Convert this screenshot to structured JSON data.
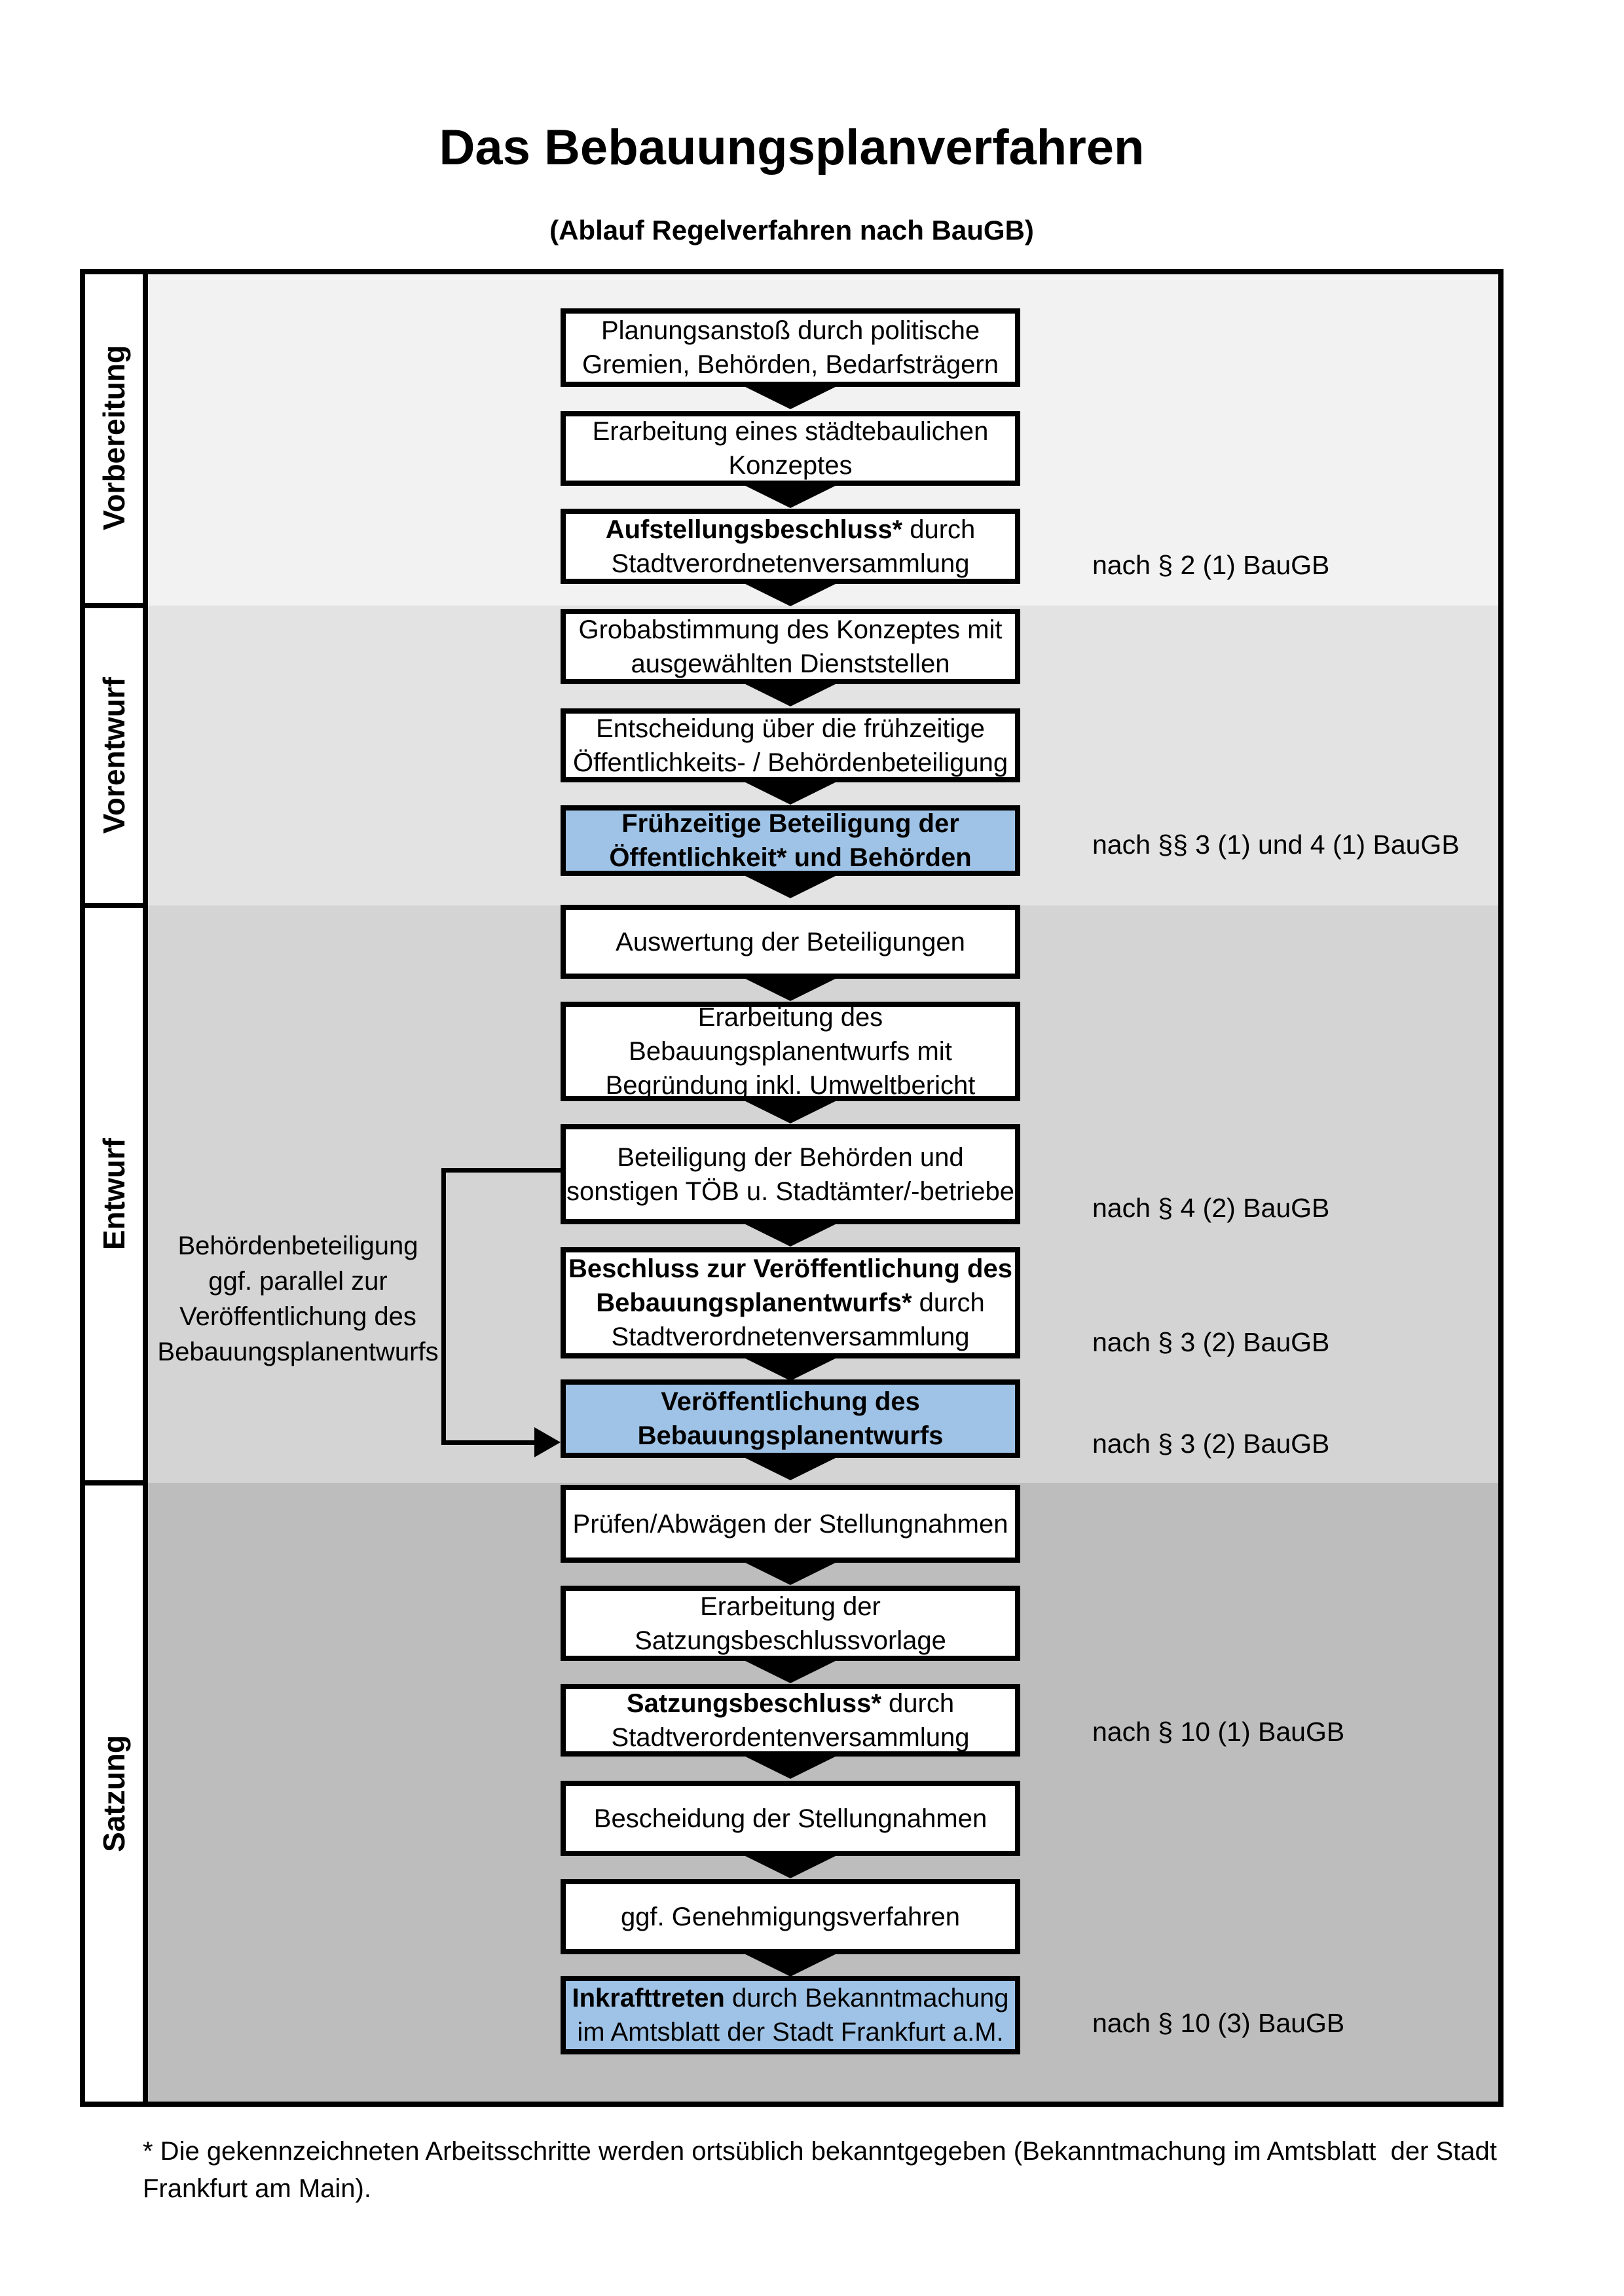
{
  "title": "Das Bebauungsplanverfahren",
  "subtitle": "(Ablauf Regelverfahren nach BauGB)",
  "phases": [
    {
      "label": "Vorbereitung"
    },
    {
      "label": "Vorentwurf"
    },
    {
      "label": "Entwurf"
    },
    {
      "label": "Satzung"
    }
  ],
  "steps": [
    {
      "bold": "",
      "rest": "Planungsanstoß durch politische\nGremien, Behörden, Bedarfsträgern"
    },
    {
      "bold": "",
      "rest": "Erarbeitung eines städtebaulichen\nKonzeptes"
    },
    {
      "bold": "Aufstellungsbeschluss*",
      "rest": " durch\nStadtverordnetenversammlung"
    },
    {
      "bold": "",
      "rest": "Grobabstimmung des Konzeptes mit\nausgewählten Dienststellen"
    },
    {
      "bold": "",
      "rest": "Entscheidung über die frühzeitige\nÖffentlichkeits- / Behördenbeteiligung"
    },
    {
      "bold": "Frühzeitige Beteiligung der\nÖffentlichkeit* und Behörden",
      "rest": ""
    },
    {
      "bold": "",
      "rest": "Auswertung der Beteiligungen"
    },
    {
      "bold": "",
      "rest": "Erarbeitung des\nBebauungsplanentwurfs mit\nBegründung inkl. Umweltbericht"
    },
    {
      "bold": "",
      "rest": "Beteiligung der Behörden und\nsonstigen TÖB u. Stadtämter/-betriebe"
    },
    {
      "bold": "Beschluss zur Veröffentlichung des\nBebauungsplanentwurfs*",
      "rest": " durch\nStadtverordnetenversammlung"
    },
    {
      "bold": "Veröffentlichung des\nBebauungsplanentwurfs",
      "rest": ""
    },
    {
      "bold": "",
      "rest": "Prüfen/Abwägen der Stellungnahmen"
    },
    {
      "bold": "",
      "rest": "Erarbeitung der\nSatzungsbeschlussvorlage"
    },
    {
      "bold": "Satzungsbeschluss*",
      "rest": " durch\nStadtverordentenversammlung"
    },
    {
      "bold": "",
      "rest": "Bescheidung der Stellungnahmen"
    },
    {
      "bold": "",
      "rest": "ggf. Genehmigungsverfahren"
    },
    {
      "bold": "Inkrafttreten",
      "rest": " durch Bekanntmachung\nim Amtsblatt der Stadt Frankfurt a.M."
    }
  ],
  "legal_refs": [
    "nach § 2 (1) BauGB",
    "nach §§ 3 (1) und 4 (1) BauGB",
    "nach § 4 (2) BauGB",
    "nach § 3 (2) BauGB",
    "nach § 3 (2) BauGB",
    "nach § 10 (1) BauGB",
    "nach § 10 (3) BauGB"
  ],
  "side_note": "Behördenbeteiligung\nggf. parallel zur\nVeröffentlichung des\nBebauungsplanentwurfs",
  "footnote": "* Die gekennzeichneten Arbeitsschritte werden ortsüblich bekanntgegeben (Bekanntmachung im Amtsblatt  der Stadt\nFrankfurt am Main).",
  "colors": {
    "highlight_fill": "#9fc3e6",
    "band_vorbereitung": "#f2f2f2",
    "band_vorentwurf": "#e3e3e3",
    "band_entwurf": "#d4d4d4",
    "band_satzung": "#bdbdbd",
    "box_border": "#000000"
  }
}
